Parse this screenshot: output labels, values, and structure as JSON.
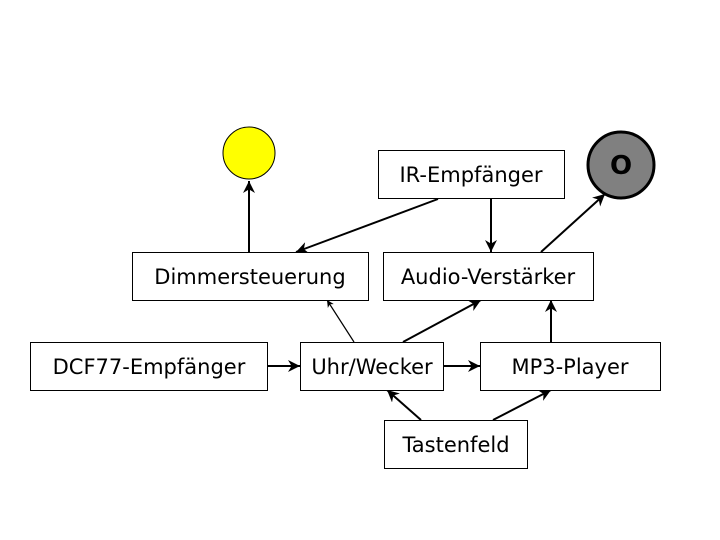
{
  "diagram": {
    "nodes": {
      "ir": "IR-Empfänger",
      "dimmer": "Dimmersteuerung",
      "audio": "Audio-Verstärker",
      "dcf77": "DCF77-Empfänger",
      "clock": "Uhr/Wecker",
      "mp3": "MP3-Player",
      "keypad": "Tastenfeld"
    },
    "icons": {
      "lamp": {
        "name": "lamp-icon",
        "color": "#ffff00"
      },
      "speaker": {
        "name": "speaker-icon",
        "color": "#808080",
        "glyph": "O"
      }
    },
    "edges": [
      {
        "from": "dimmer",
        "to": "lamp"
      },
      {
        "from": "ir",
        "to": "dimmer"
      },
      {
        "from": "ir",
        "to": "audio"
      },
      {
        "from": "audio",
        "to": "speaker"
      },
      {
        "from": "dcf77",
        "to": "clock"
      },
      {
        "from": "clock",
        "to": "dimmer"
      },
      {
        "from": "clock",
        "to": "audio"
      },
      {
        "from": "clock",
        "to": "mp3"
      },
      {
        "from": "mp3",
        "to": "audio"
      },
      {
        "from": "keypad",
        "to": "clock"
      },
      {
        "from": "keypad",
        "to": "mp3"
      }
    ]
  }
}
